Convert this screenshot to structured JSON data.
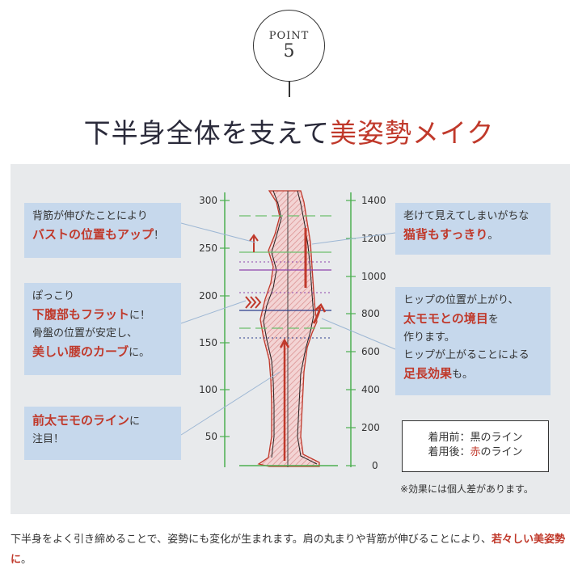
{
  "header": {
    "point_label": "POINT",
    "point_number": "5",
    "title_main": "下半身全体を支えて",
    "title_accent": "美姿勢メイク"
  },
  "callouts": {
    "back": {
      "line1": "背筋が伸びたことにより",
      "line2_red": "バストの位置もアップ",
      "line2_tail": "！"
    },
    "belly": {
      "line1": "ぽっこり",
      "line2_red": "下腹部もフラット",
      "line2_tail": "に！",
      "line3": "骨盤の位置が安定し、",
      "line4_red": "美しい腰のカーブ",
      "line4_tail": "に。"
    },
    "thigh": {
      "line1_red": "前太モモのライン",
      "line1_tail": "に",
      "line2": "注目！"
    },
    "hunch": {
      "line1": "老けて見えてしまいがちな",
      "line2_red": "猫背もすっきり",
      "line2_tail": "。"
    },
    "hip": {
      "line1": "ヒップの位置が上がり、",
      "line2_red": "太モモとの境目",
      "line2_tail": "を",
      "line3": "作ります。",
      "line4": "ヒップが上がることによる",
      "line5_red": "足長効果",
      "line5_tail": "も。"
    }
  },
  "chart": {
    "left_axis_ticks": [
      "300",
      "250",
      "200",
      "150",
      "100",
      "50"
    ],
    "right_axis_ticks": [
      "1400",
      "1200",
      "1000",
      "800",
      "600",
      "400",
      "200",
      "0"
    ]
  },
  "legend": {
    "before": "着用前：黒のライン",
    "after_prefix": "着用後：",
    "after_red": "赤",
    "after_suffix": "のライン"
  },
  "note": "※効果には個人差があります。",
  "footer": {
    "text": "下半身をよく引き締めることで、姿勢にも変化が生まれます。肩の丸まりや背筋が伸びることにより、",
    "red": "若々しい美姿勢に",
    "tail": "。"
  },
  "colors": {
    "accent": "#c0392b",
    "callout_bg": "#c6d8ec",
    "panel_bg": "#e8eaec",
    "axis_green": "#4caf50"
  }
}
